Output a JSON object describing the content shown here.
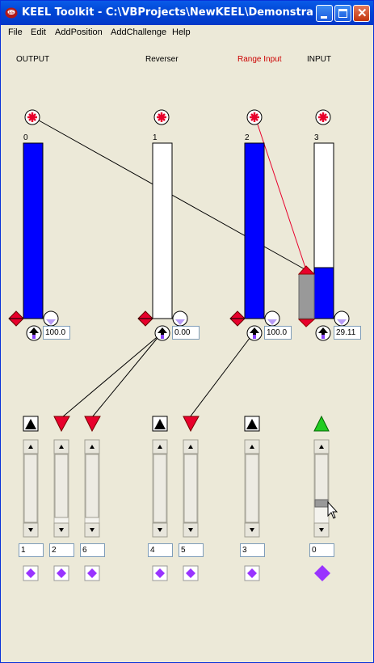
{
  "window": {
    "title": "KEEL Toolkit - C:\\VBProjects\\NewKEEL\\Demonstration Fi...",
    "app_icon": "keel-logo-icon",
    "buttons": [
      "minimize-icon",
      "maximize-icon",
      "close-icon"
    ]
  },
  "menu": [
    "File",
    "Edit",
    "AddPosition",
    "AddChallenge",
    "Help"
  ],
  "columns": [
    {
      "header": "OUTPUT",
      "header_color": "#000000",
      "index": "0",
      "fill": 1.0,
      "value": "100.0"
    },
    {
      "header": "Reverser",
      "header_color": "#000000",
      "index": "1",
      "fill": 0.0,
      "value": "0.00"
    },
    {
      "header": "Range Input",
      "header_color": "#CC0000",
      "index": "2",
      "fill": 1.0,
      "value": "100.0"
    },
    {
      "header": "INPUT",
      "header_color": "#000000",
      "index": "3",
      "fill": 0.2911,
      "value": "29.11"
    }
  ],
  "sliders": [
    "1",
    "2",
    "6",
    "4",
    "5",
    "3",
    "0"
  ],
  "colors": {
    "bar_fill": "#0000FF",
    "range_gray": "#999999",
    "red": "#E8002C",
    "purple": "#9933FF",
    "green": "#22CC22"
  }
}
